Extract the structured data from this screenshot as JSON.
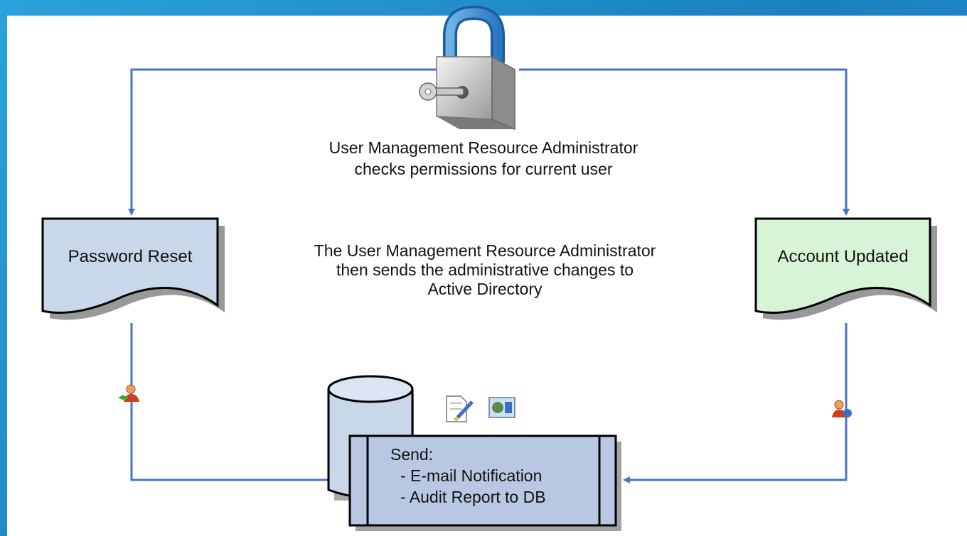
{
  "colors": {
    "frame": "#1f8fcf",
    "connector": "#4a74c0",
    "doc_blue": "#c9d7ea",
    "doc_green": "#d8f4d7",
    "process_fill": "#b9c8e2",
    "outline": "#000000"
  },
  "diagram": {
    "top_caption_line1": "User Management Resource Administrator",
    "top_caption_line2": "checks permissions for current user",
    "middle_caption_line1": "The User Management Resource Administrator",
    "middle_caption_line2": "then sends the administrative changes to",
    "middle_caption_line3": "Active Directory",
    "left_document": "Password Reset",
    "right_document": "Account Updated",
    "process_title": "Send:",
    "process_item1": "- E-mail Notification",
    "process_item2": "- Audit Report to DB"
  },
  "icons": [
    "padlock-key-icon",
    "user-add-icon",
    "user-refresh-icon",
    "edit-document-icon",
    "report-icon",
    "database-cylinder"
  ]
}
